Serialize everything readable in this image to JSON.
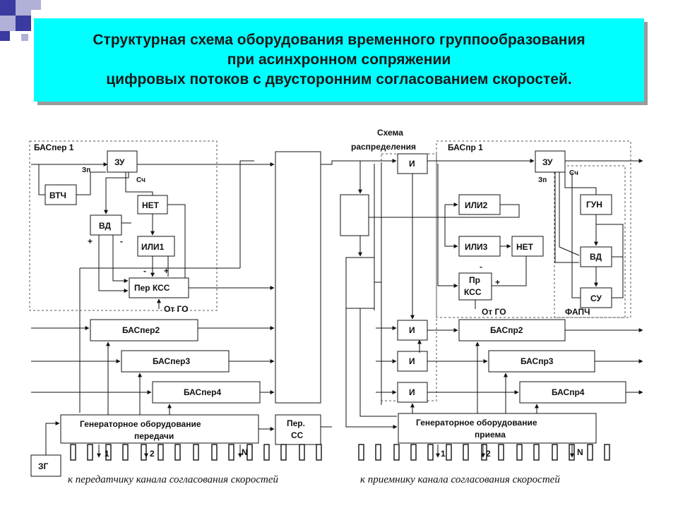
{
  "title": {
    "line1": "Структурная схема оборудования временного группообразования",
    "line2": "при асинхронном сопряжении",
    "line3": "цифровых потоков с двусторонним согласованием скоростей."
  },
  "colors": {
    "title_bg": "#00ffff",
    "deco_square_dark": "#3a3aa0",
    "deco_square_light": "#b0b0d8"
  },
  "labels": {
    "bas_per1": "БАСпер 1",
    "zu": "ЗУ",
    "zp": "Зп",
    "sch": "Сч",
    "vtch": "ВТЧ",
    "net": "НЕТ",
    "vd": "ВД",
    "ili1": "ИЛИ1",
    "plus": "+",
    "minus": "-",
    "per_kss": "Пер КСС",
    "ot_go": "От ГО",
    "bas_per2": "БАСпер2",
    "bas_per3": "БАСпер3",
    "bas_per4": "БАСпер4",
    "gen_per_1": "Генераторное оборудование",
    "gen_per_2": "передачи",
    "per_ss_1": "Пер.",
    "per_ss_2": "СС",
    "zg": "ЗГ",
    "n1": "1",
    "n2": "2",
    "nN": "N",
    "schema_1": "Схема",
    "schema_2": "распределения",
    "bas_pr1": "БАСпр 1",
    "i": "И",
    "ili2": "ИЛИ2",
    "ili3": "ИЛИ3",
    "gun": "ГУН",
    "pr_kss_1": "Пр",
    "pr_kss_2": "КСС",
    "su": "СУ",
    "fapch": "ФАПЧ",
    "bas_pr2": "БАСпр2",
    "bas_pr3": "БАСпр3",
    "bas_pr4": "БАСпр4",
    "gen_pr_1": "Генераторное оборудование",
    "gen_pr_2": "приема",
    "caption_left": "к передатчику канала согласования скоростей",
    "caption_right": "к приемнику канала согласования скоростей"
  }
}
